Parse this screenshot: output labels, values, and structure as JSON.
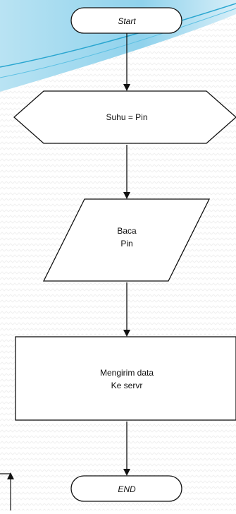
{
  "flowchart": {
    "start_label": "Start",
    "process_label": "Suhu = Pin",
    "input_label_line1": "Baca",
    "input_label_line2": "Pin",
    "send_label_line1": "Mengirim data",
    "send_label_line2": "Ke servr",
    "end_label": "END"
  },
  "colors": {
    "swoosh_light": "#d6eef8",
    "swoosh_mid": "#8fd2ec",
    "swoosh_dark": "#2aa6d0",
    "pattern": "#f0f0f0",
    "stroke": "#111111"
  }
}
